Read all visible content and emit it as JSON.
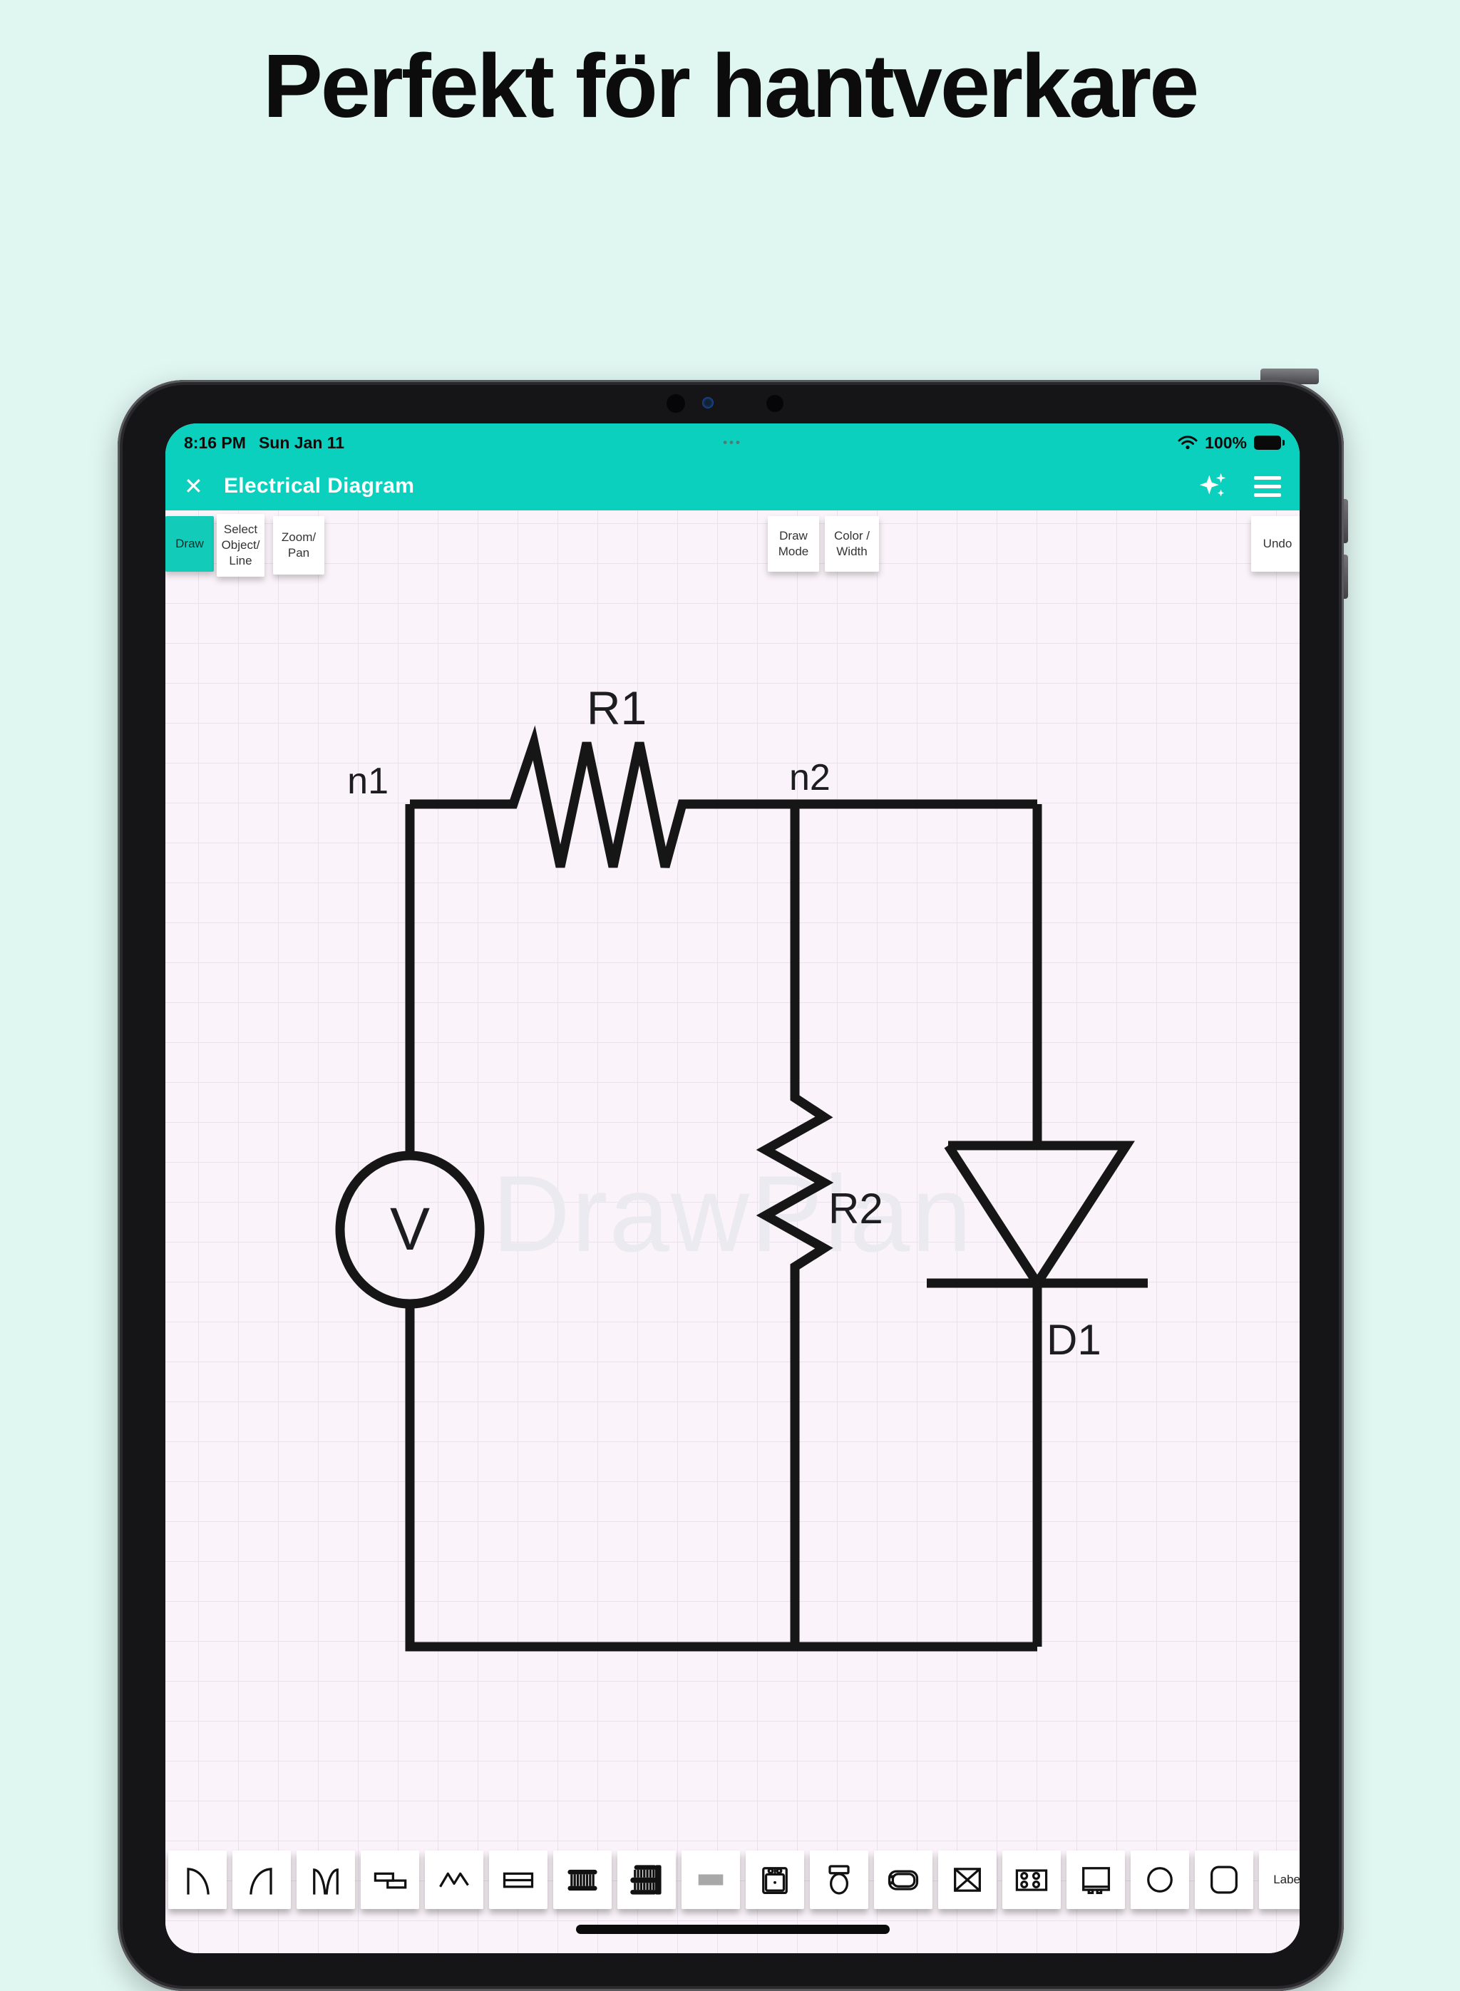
{
  "headline": "Perfekt för hantverkare",
  "status_bar": {
    "time": "8:16 PM",
    "date": "Sun Jan 11",
    "dots": "•••",
    "battery_pct": "100%"
  },
  "app_bar": {
    "close": "✕",
    "title": "Electrical Diagram"
  },
  "toolbar": {
    "draw": "Draw",
    "select_object_line": "Select Object/ Line",
    "zoom_pan": "Zoom/ Pan",
    "draw_mode": "Draw Mode",
    "color_width": "Color / Width",
    "undo": "Undo"
  },
  "canvas": {
    "watermark": "DrawPlan",
    "labels": {
      "r1": "R1",
      "n1": "n1",
      "n2": "n2",
      "r2": "R2",
      "d1": "D1",
      "v": "V"
    }
  },
  "bottom_toolbar": {
    "label_button": "Label",
    "icons": [
      "door-swing-right",
      "door-swing-left",
      "double-door",
      "offset-wall",
      "zigzag-line",
      "window",
      "stairs",
      "stairs-landing",
      "filled-rectangle",
      "sink",
      "toilet",
      "bathtub",
      "crossed-box",
      "stove",
      "appliance",
      "circle",
      "rounded-square"
    ]
  },
  "colors": {
    "teal": "#0bd0bd",
    "canvas_bg": "#faf3f9",
    "page_bg": "#e0f6f0",
    "ink": "#161616"
  }
}
